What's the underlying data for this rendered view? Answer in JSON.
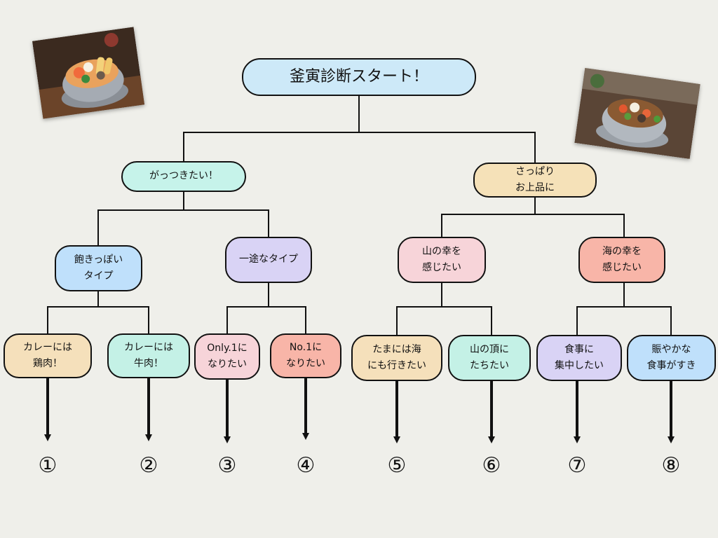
{
  "colors": {
    "background": "#efefea",
    "line": "#111111",
    "root": "#cde9f8",
    "mint": "#c6f3ea",
    "wheat": "#f5e1b8",
    "sky": "#bfe0fb",
    "lavender": "#d9d3f5",
    "pink": "#f7d4d9",
    "salmon": "#f8b5a8",
    "cream": "#f5e0bb",
    "aqua": "#c4f1e6"
  },
  "images": [
    {
      "name": "kamameshi-seafood-photo",
      "icon": "food-photo"
    },
    {
      "name": "kamameshi-meat-photo",
      "icon": "food-photo"
    }
  ],
  "nodes": {
    "root": {
      "label": "釜寅診断スタート！"
    },
    "hearty": {
      "label": "がっつきたい！"
    },
    "refined": {
      "label": "さっぱり\nお上品に"
    },
    "fickle": {
      "label": "飽きっぽい\nタイプ"
    },
    "devoted": {
      "label": "一途なタイプ"
    },
    "mountain": {
      "label": "山の幸を\n感じたい"
    },
    "sea": {
      "label": "海の幸を\n感じたい"
    },
    "curry_chicken": {
      "label": "カレーには\n鶏肉！"
    },
    "curry_beef": {
      "label": "カレーには\n牛肉！"
    },
    "only1": {
      "label": "Only.1に\nなりたい"
    },
    "no1": {
      "label": "No.1に\nなりたい"
    },
    "sea_sometimes": {
      "label": "たまには海\nにも行きたい"
    },
    "summit": {
      "label": "山の頂に\nたちたい"
    },
    "focus_meal": {
      "label": "食事に\n集中したい"
    },
    "lively_meal": {
      "label": "賑やかな\n食事がすき"
    }
  },
  "outcomes": [
    "①",
    "②",
    "③",
    "④",
    "⑤",
    "⑥",
    "⑦",
    "⑧"
  ]
}
